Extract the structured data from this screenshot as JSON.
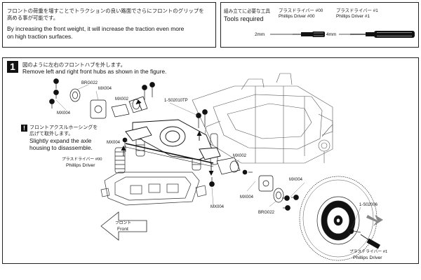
{
  "intro": {
    "jp": "フロントの荷重を増すことでトラクションの良い路面でさらにフロントのグリップを高める事が可能です。",
    "jp_line1": "フロントの荷重を増すことでトラクションの良い路面でさらにフロントのグリップを",
    "jp_line2": "高める事が可能です。",
    "en_line1": "By increasing the front weight, it will increase the traction even more",
    "en_line2": "on high traction surfaces."
  },
  "tools": {
    "header_jp": "組み立てに必要な工具",
    "header_en": "Tools required",
    "driver00_jp": "プラスドライバー #00",
    "driver00_en": "Phillips Driver #00",
    "driver00_size": "2mm",
    "driver1_jp": "プラスドライバー #1",
    "driver1_en": "Phillips Driver #1",
    "driver1_size": "4mm"
  },
  "step": {
    "number": "1",
    "jp": "図のように左右のフロントハブを外します。",
    "en": "Remove left and right front hubs as shown in the figure."
  },
  "note": {
    "mark": "!",
    "jp_line1": "フロントアクスルホーシングを",
    "jp_line2": "広げて取外します。",
    "en_line1": "Slightly expand the axle",
    "en_line2": "housing to disassemble."
  },
  "parts": {
    "brg022": "BRG022",
    "mx004": "MX004",
    "mx002": "MX002",
    "s02010tp": "1-S02010TP",
    "s02006": "1-S02006"
  },
  "drivers": {
    "left_jp": "プラスドライバー #00",
    "left_en": "Phillips Driver",
    "right_jp": "プラスドライバー #1",
    "right_en": "Phillips Driver"
  },
  "front": {
    "jp": "フロント",
    "en": "Front"
  }
}
